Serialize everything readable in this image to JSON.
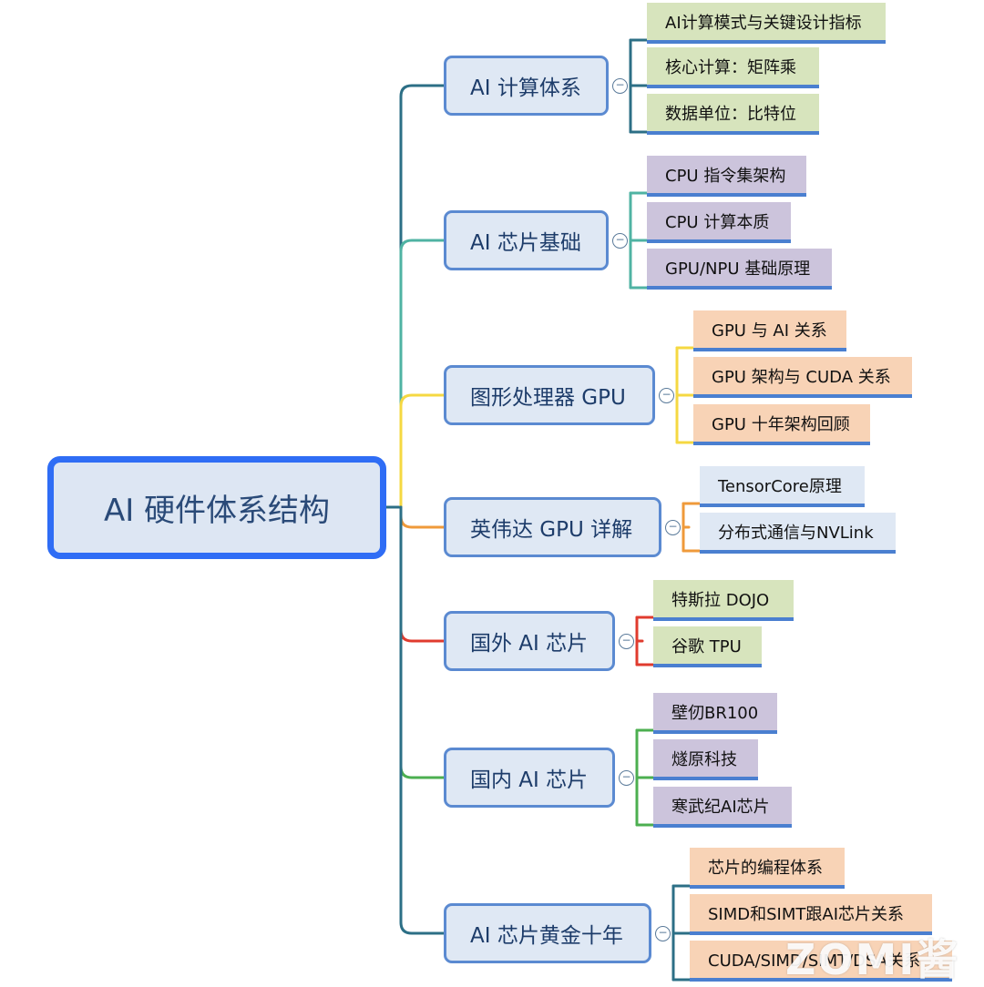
{
  "root": {
    "label": "AI 硬件体系结构"
  },
  "branches": [
    {
      "label": "AI 计算体系",
      "color": "#2c6f86",
      "children": [
        "AI计算模式与关键设计指标",
        "核心计算：矩阵乘",
        "数据单位：比特位"
      ]
    },
    {
      "label": "AI 芯片基础",
      "color": "#4fb3a3",
      "children": [
        "CPU 指令集架构",
        "CPU 计算本质",
        "GPU/NPU 基础原理"
      ]
    },
    {
      "label": "图形处理器 GPU",
      "color": "#f5d842",
      "children": [
        "GPU 与 AI 关系",
        "GPU 架构与 CUDA 关系",
        "GPU 十年架构回顾"
      ]
    },
    {
      "label": "英伟达 GPU 详解",
      "color": "#ef9a3a",
      "children": [
        "TensorCore原理",
        "分布式通信与NVLink"
      ]
    },
    {
      "label": "国外 AI 芯片",
      "color": "#e03b2e",
      "children": [
        "特斯拉 DOJO",
        "谷歌 TPU"
      ]
    },
    {
      "label": "国内 AI 芯片",
      "color": "#4caf50",
      "children": [
        "壁仞BR100",
        "燧原科技",
        "寒武纪AI芯片"
      ]
    },
    {
      "label": "AI 芯片黄金十年",
      "color": "#2c6f86",
      "children": [
        "芯片的编程体系",
        "SIMD和SIMT跟AI芯片关系",
        "CUDA/SIMD/SIMT/DSA关系"
      ]
    }
  ],
  "toggle_symbol": "−",
  "watermark": "ZOMI酱",
  "colors": {
    "root_border": "#2f6df5",
    "branch_border": "#5b8ad1",
    "leaf_underline": "#4a7fd0"
  }
}
